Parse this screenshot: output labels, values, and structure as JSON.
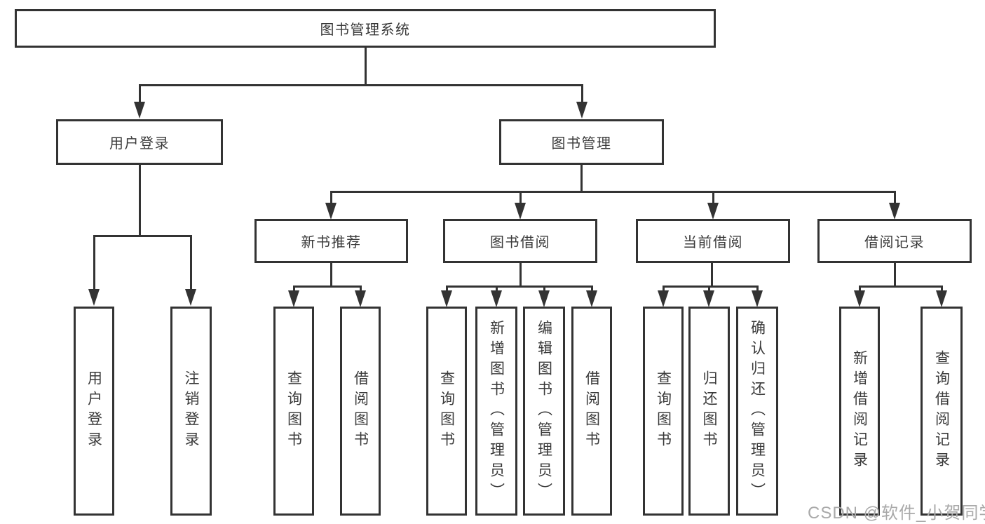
{
  "diagram": {
    "root": {
      "label": "图书管理系统"
    },
    "level2": [
      {
        "label": "用户登录"
      },
      {
        "label": "图书管理"
      }
    ],
    "login_children": [
      {
        "label": "用户登录"
      },
      {
        "label": "注销登录"
      }
    ],
    "level3": [
      {
        "label": "新书推荐"
      },
      {
        "label": "图书借阅"
      },
      {
        "label": "当前借阅"
      },
      {
        "label": "借阅记录"
      }
    ],
    "new_book_children": [
      {
        "label": "查询图书"
      },
      {
        "label": "借阅图书"
      }
    ],
    "book_borrow_children": [
      {
        "label": "查询图书"
      },
      {
        "label": "新增图书（管理员）"
      },
      {
        "label": "编辑图书（管理员）"
      },
      {
        "label": "借阅图书"
      }
    ],
    "current_borrow_children": [
      {
        "label": "查询图书"
      },
      {
        "label": "归还图书"
      },
      {
        "label": "确认归还（管理员）"
      }
    ],
    "borrow_records_children": [
      {
        "label": "新增借阅记录"
      },
      {
        "label": "查询借阅记录"
      }
    ]
  },
  "watermark": {
    "text": "CSDN @软件_小贺同学"
  },
  "colors": {
    "line": "#333333",
    "box_border": "#333333",
    "box_bg": "#ffffff",
    "text": "#3a3a3a",
    "watermark": "#a9a9a9",
    "page_bg": "#ffffff"
  }
}
